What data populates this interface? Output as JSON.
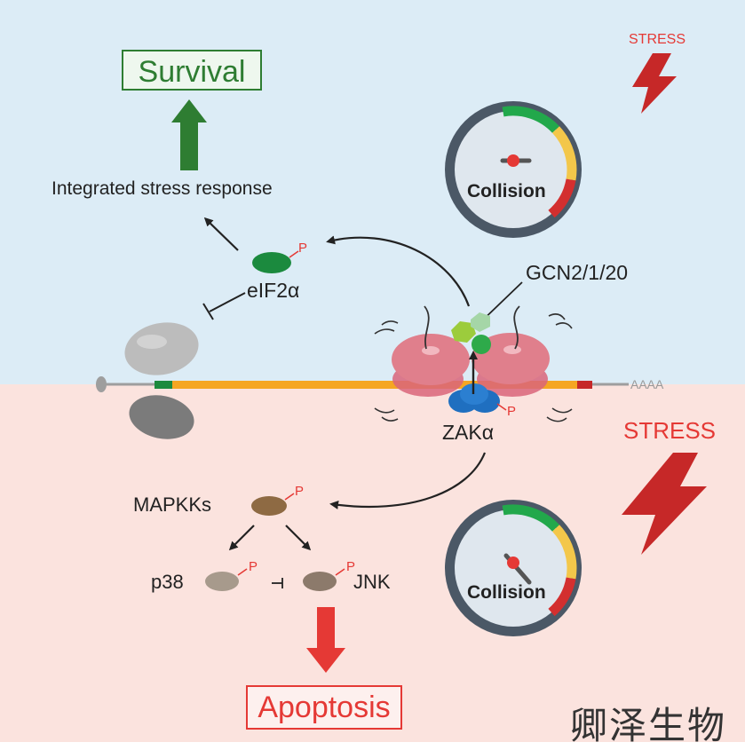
{
  "survival_label": "Survival",
  "isr_label": "Integrated stress response",
  "eif2a_label": "eIF2α",
  "gcn_label": "GCN2/1/20",
  "zaka_label": "ZAKα",
  "mapkk_label": "MAPKKs",
  "p38_label": "p38",
  "jnk_label": "JNK",
  "apoptosis_label": "Apoptosis",
  "polya_label": "AAAA",
  "stress_top": "STRESS",
  "stress_bottom": "STRESS",
  "gauge_top_label": "Collision",
  "gauge_bottom_label": "Collision",
  "phospho": "P",
  "watermark": "卿泽生物",
  "colors": {
    "survival_green": "#2e7d32",
    "apoptosis_red": "#e53935",
    "ribosome_pink": "#d9657a",
    "zak_blue": "#1f6fc0",
    "mrna_orange": "#f5a623",
    "top_background": "#dcecf6",
    "bottom_background": "#fbe3de"
  }
}
